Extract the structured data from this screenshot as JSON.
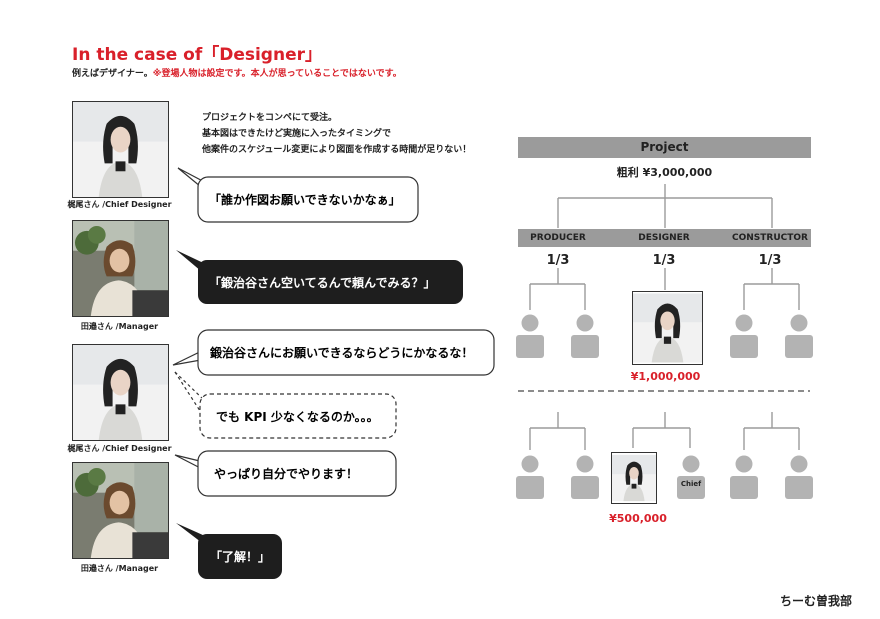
{
  "header": {
    "title": "In the case of「Designer」",
    "subtitle_prefix": "例えばデザイナー。",
    "subtitle_note": "※登場人物は設定です。本人が思っていることではないです。"
  },
  "people": {
    "designer_caption": "梶尾さん /Chief Designer",
    "manager_caption": "田邉さん /Manager"
  },
  "intro_lines": [
    "プロジェクトをコンペにて受注。",
    "基本図はできたけど実施に入ったタイミングで",
    "他案件のスケジュール変更により図面を作成する時間が足りない！"
  ],
  "bubbles": {
    "b1": "「誰か作図お願いできないかなぁ」",
    "b2": "「鍛治谷さん空いてるんで頼んでみる？」",
    "b3": "鍛治谷さんにお願いできるならどうにかなるな！",
    "b4": "でも KPI 少なくなるのか。。。",
    "b5": "やっぱり自分でやります！",
    "b6": "「了解！」"
  },
  "diagram": {
    "project_label": "Project",
    "profit_label": "粗利 ¥3,000,000",
    "roles": [
      "PRODUCER",
      "DESIGNER",
      "CONSTRUCTOR"
    ],
    "shares": [
      "1/3",
      "1/3",
      "1/3"
    ],
    "amount_full": "¥1,000,000",
    "amount_half": "¥500,000",
    "chief_label": "Chief"
  },
  "colors": {
    "accent_red": "#d9202a",
    "bar_gray": "#9b9b9b",
    "person_gray": "#b3b3b3",
    "dark_bubble": "#1e1e1e"
  },
  "footer": {
    "brand": "ちーむ曽我部"
  }
}
